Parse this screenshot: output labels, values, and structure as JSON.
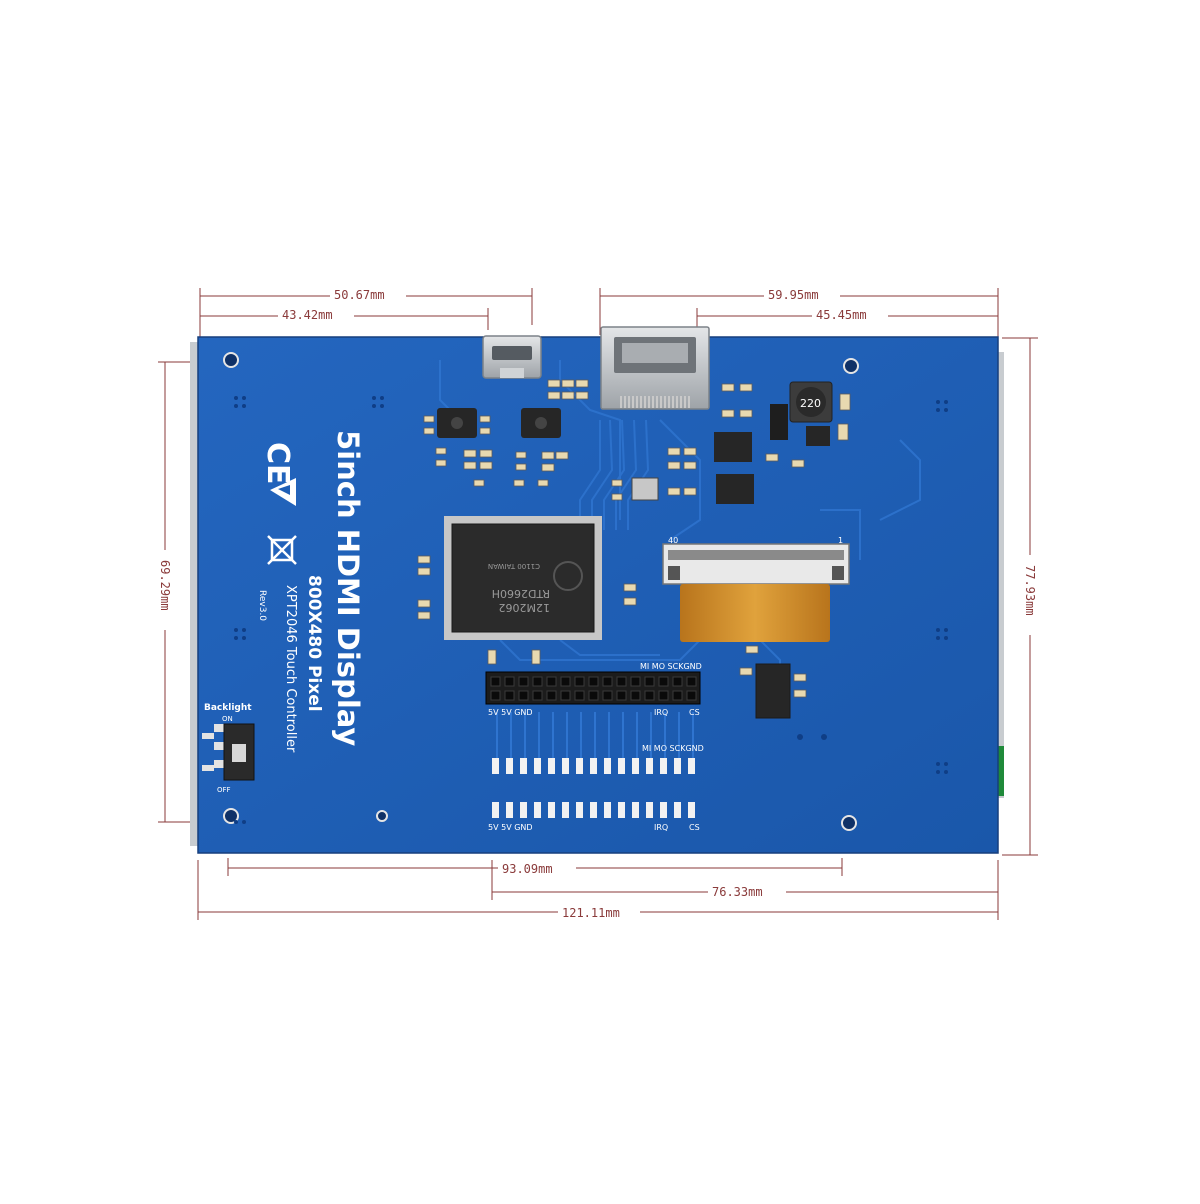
{
  "dimensions": {
    "top_outer_left": "50.67mm",
    "top_inner_left": "43.42mm",
    "top_outer_right": "59.95mm",
    "top_inner_right": "45.45mm",
    "left_height": "69.29mm",
    "right_height": "77.93mm",
    "bottom_inner": "93.09mm",
    "bottom_mid": "76.33mm",
    "bottom_total": "121.11mm"
  },
  "board": {
    "title": "5inch HDMI Display",
    "resolution": "800X480 Pixel",
    "touch": "XPT2046 Touch Controller",
    "revision": "Rev3.0",
    "backlight_label": "Backlight",
    "switch_on": "ON",
    "switch_off": "OFF",
    "chip_line1": "RTD2660H",
    "chip_line2": "12M2062",
    "chip_line3": "C1100 TAIWAN",
    "inductor_value": "220",
    "fpc_pin_start": "40",
    "fpc_pin_end": "1",
    "header_top_labels": "MI MO SCKGND",
    "header_bottom_left": "5V  5V GND",
    "header_irq": "IRQ",
    "header_cs": "CS",
    "pads_top_labels": "MI MO SCKGND",
    "pads_bottom_left": "5V  5V GND",
    "pads_irq": "IRQ",
    "pads_cs": "CS",
    "mark_ce": "CE"
  },
  "colors": {
    "pcb": "#1f5fb6",
    "pcb_dark": "#174c96",
    "trace": "#2a6cc4",
    "dim": "#8a3a3a",
    "flex": "#c98a2a"
  }
}
